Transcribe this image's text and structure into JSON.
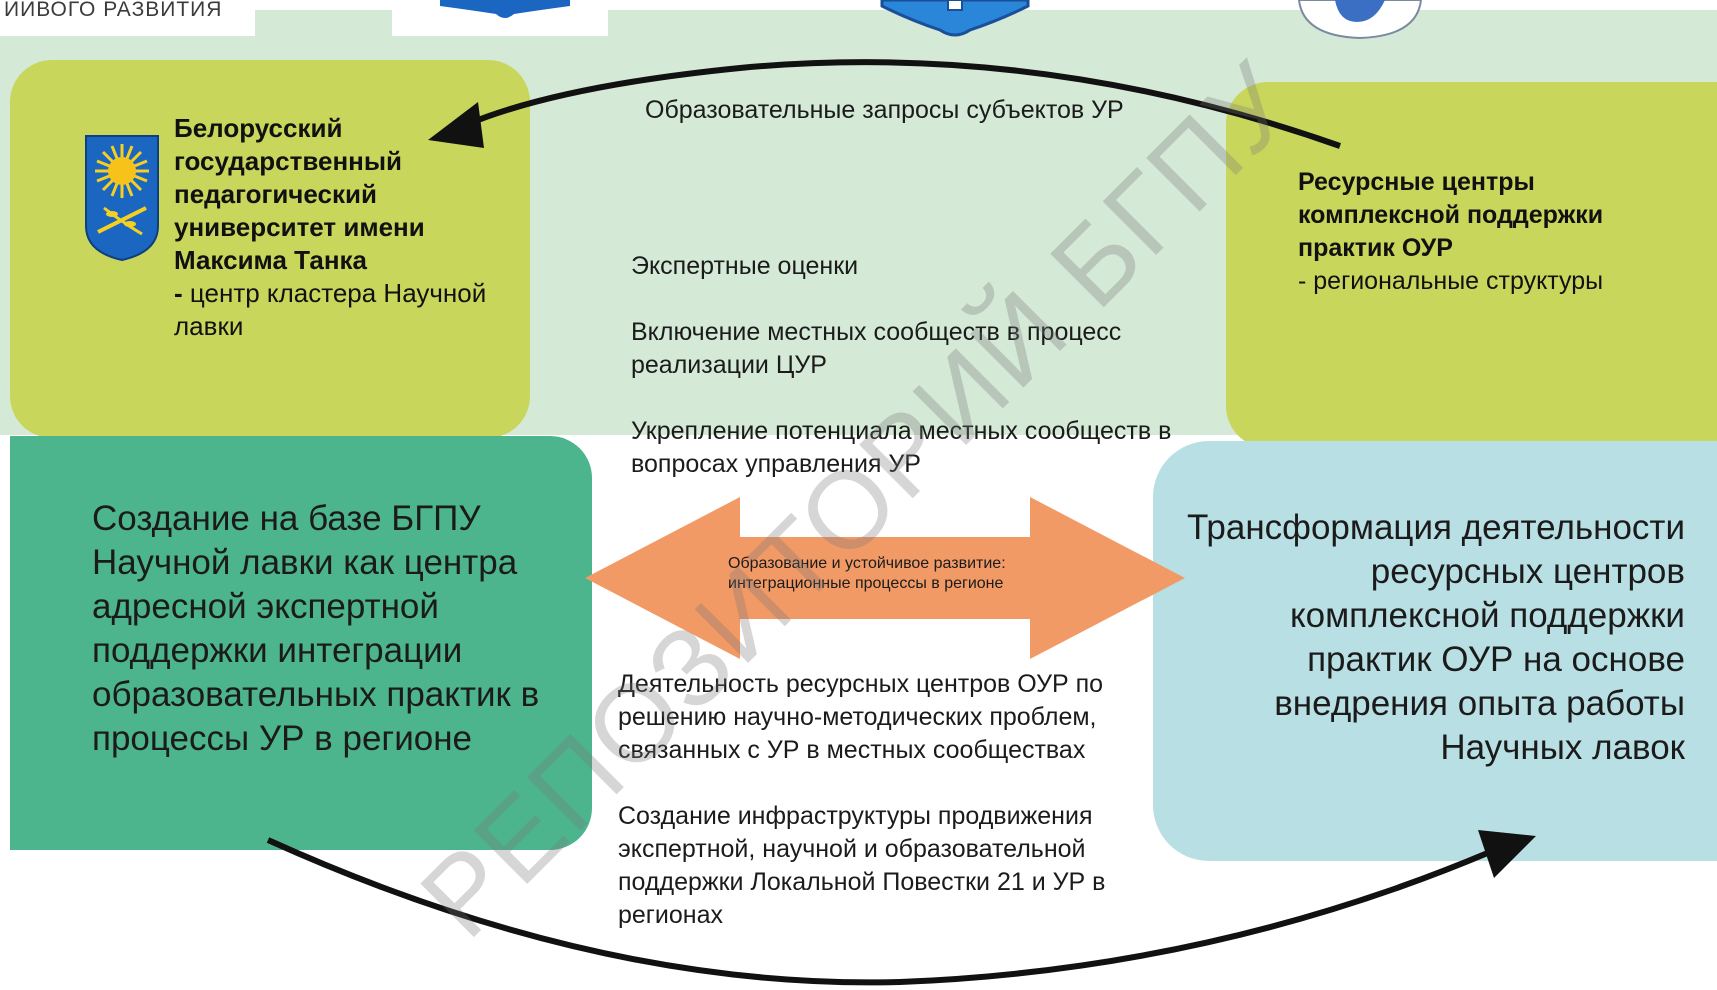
{
  "header": {
    "left_fragment": "ЙИВОГО РАЗВИТИЯ"
  },
  "bspu_box": {
    "name_bold": "Белорусский государственный педагогический университет имени Максима Танка",
    "dash": "-",
    "role": " центр кластера Научной лавки"
  },
  "resource_box": {
    "name_bold": "Ресурсные центры комплексной поддержки практик ОУР",
    "subtitle": "- региональные структуры"
  },
  "creation_box": {
    "text": "Создание на базе БГПУ Научной лавки как центра адресной экспертной поддержки интеграции образовательных практик в процессы УР в регионе"
  },
  "transform_box": {
    "text": "Трансформация деятельности ресурсных центров комплексной поддержки практик ОУР на основе внедрения опыта работы Научных лавок"
  },
  "arrows": {
    "top_arc_label": "Образовательные запросы субъектов УР",
    "double_arrow_label": "Образование и устойчивое развитие: интеграционные процессы в регионе"
  },
  "middle_items": [
    "Экспертные оценки",
    "Включение местных сообществ в процесс реализации ЦУР",
    "Укрепление потенциала местных сообществ в вопросах управления УР"
  ],
  "lower_items": [
    "Деятельность ресурсных центров ОУР по решению научно-методических проблем, связанных с УР в местных сообществах",
    "Создание инфраструктуры продвижения экспертной, научной и образовательной поддержки Локальной Повестки 21 и УР в регионах"
  ],
  "watermark": "РЕПОЗИТОРИЙ БГПУ",
  "colors": {
    "band": "#d4e9d6",
    "lime": "#c9d65c",
    "green": "#4db58e",
    "light_blue": "#b8dfe3",
    "orange": "#f29a66",
    "shield_blue": "#1a66c0"
  }
}
